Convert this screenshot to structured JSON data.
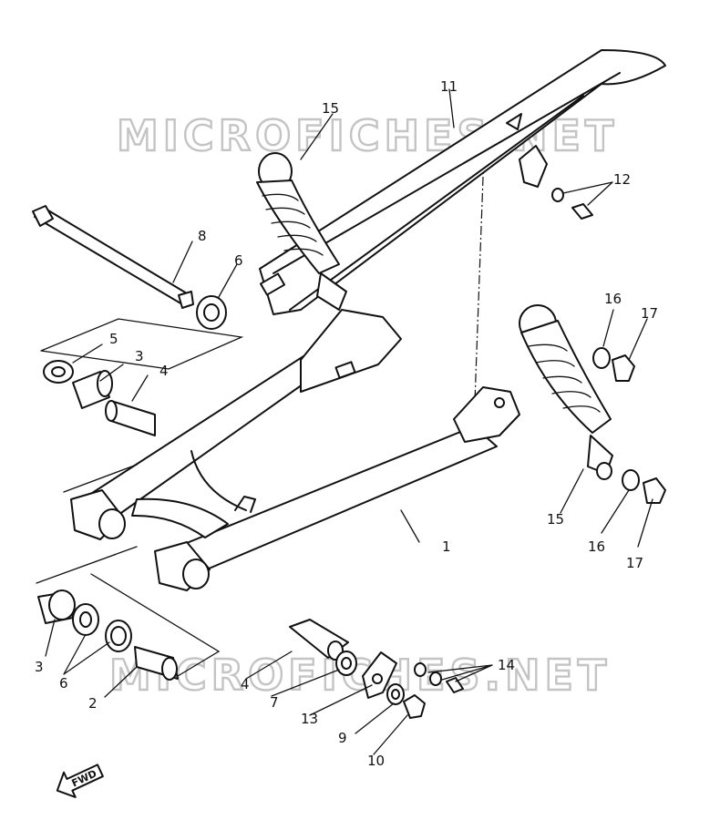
{
  "watermark": {
    "text": "MICROFICHES.NET"
  },
  "fwd_arrow": {
    "text": "FWD"
  },
  "callouts": [
    {
      "id": "label-1",
      "text": "1"
    },
    {
      "id": "label-2",
      "text": "2"
    },
    {
      "id": "label-3a",
      "text": "3"
    },
    {
      "id": "label-3b",
      "text": "3"
    },
    {
      "id": "label-4a",
      "text": "4"
    },
    {
      "id": "label-4b",
      "text": "4"
    },
    {
      "id": "label-5",
      "text": "5"
    },
    {
      "id": "label-6a",
      "text": "6"
    },
    {
      "id": "label-6b",
      "text": "6"
    },
    {
      "id": "label-7",
      "text": "7"
    },
    {
      "id": "label-8",
      "text": "8"
    },
    {
      "id": "label-9",
      "text": "9"
    },
    {
      "id": "label-10",
      "text": "10"
    },
    {
      "id": "label-11",
      "text": "11"
    },
    {
      "id": "label-12",
      "text": "12"
    },
    {
      "id": "label-13",
      "text": "13"
    },
    {
      "id": "label-14",
      "text": "14"
    },
    {
      "id": "label-15a",
      "text": "15"
    },
    {
      "id": "label-15b",
      "text": "15"
    },
    {
      "id": "label-16a",
      "text": "16"
    },
    {
      "id": "label-16b",
      "text": "16"
    },
    {
      "id": "label-17a",
      "text": "17"
    },
    {
      "id": "label-17b",
      "text": "17"
    }
  ]
}
